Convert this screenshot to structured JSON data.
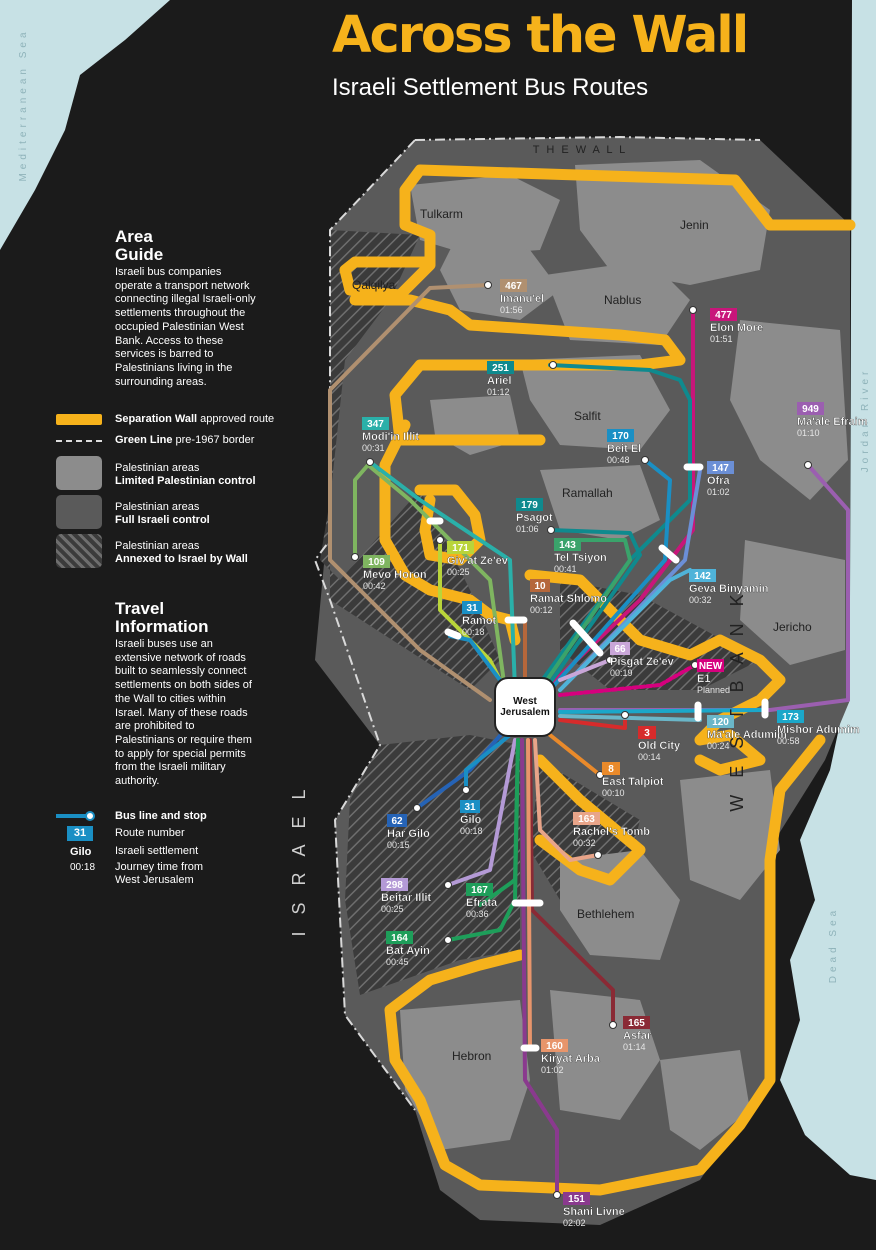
{
  "title": "Across the Wall",
  "subtitle": "Israeli Settlement Bus Routes",
  "area_guide": {
    "heading_lines": [
      "Area",
      "Guide"
    ],
    "text": "Israeli bus companies operate a transport network connecting illegal Israeli-only settlements throughout the occupied Palestinian West Bank. Access to these services is barred to Palestinians living in the surrounding areas."
  },
  "legend": {
    "wall_bold": "Separation Wall",
    "wall_rest": " approved route",
    "green_bold": "Green Line",
    "green_rest": " pre-1967 border",
    "area1_line1": "Palestinian areas",
    "area1_line2": "Limited Palestinian control",
    "area2_line1": "Palestinian areas",
    "area2_line2": "Full Israeli control",
    "area3_line1": "Palestinian areas",
    "area3_line2": "Annexed to Israel by Wall"
  },
  "travel_info": {
    "heading_lines": [
      "Travel",
      "Information"
    ],
    "text": "Israeli buses use an extensive network of roads built to seamlessly connect settlements on both sides of the Wall to cities within Israel. Many of these roads are prohibited to Palestinians or require them to apply for special permits from the Israeli military authority."
  },
  "key": {
    "line_label": "Bus line and stop",
    "route_example": "31",
    "route_label": "Route number",
    "settlement_example": "Gilo",
    "settlement_label": "Israeli settlement",
    "time_example": "00:18",
    "time_label_1": "Journey time from",
    "time_label_2": "West Jerusalem",
    "example_color": "#1a8fc4"
  },
  "regions": {
    "israel": "I S R A E L",
    "west_bank": "W E S T   B A N K",
    "the_wall": "T H E   W A L L",
    "mediterranean": "Mediterranean Sea",
    "dead_sea": "Dead Sea",
    "jordan": "Jordan River"
  },
  "towns": [
    "Tulkarm",
    "Jenin",
    "Qalqilya",
    "Nablus",
    "Salfit",
    "Ramallah",
    "Jericho",
    "Bethlehem",
    "Hebron"
  ],
  "hub": {
    "line1": "West",
    "line2": "Jerusalem"
  },
  "colors": {
    "background": "#1b1b1b",
    "wall": "#f6b21b",
    "territory": "#5a5a5a",
    "palestinian_limited": "#8c8c8c",
    "sea": "#c7e1e5",
    "new_badge": "#d6007e"
  },
  "settlements": [
    {
      "name": "Imanu'el",
      "route": "467",
      "time": "01:56",
      "color": "#b09070"
    },
    {
      "name": "Elon More",
      "route": "477",
      "time": "01:51",
      "color": "#c8167a"
    },
    {
      "name": "Ariel",
      "route": "251",
      "time": "01:12",
      "color": "#0f8a8e"
    },
    {
      "name": "Modi'in Illit",
      "route": "347",
      "time": "00:31",
      "color": "#2ab0a9"
    },
    {
      "name": "Beit El",
      "route": "170",
      "time": "00:48",
      "color": "#1a8fc4"
    },
    {
      "name": "Ma'ale Efraim",
      "route": "949",
      "time": "01:10",
      "color": "#9b5fb0"
    },
    {
      "name": "Ofra",
      "route": "147",
      "time": "01:02",
      "color": "#6b8fd6"
    },
    {
      "name": "Psagot",
      "route": "179",
      "time": "01:06",
      "color": "#0f8a8e"
    },
    {
      "name": "Tel Tsiyon",
      "route": "143",
      "time": "00:41",
      "color": "#3aa36b"
    },
    {
      "name": "Mevo Horon",
      "route": "109",
      "time": "00:42",
      "color": "#7fb560"
    },
    {
      "name": "Giv'at Ze'ev",
      "route": "171",
      "time": "00:25",
      "color": "#b9d43a"
    },
    {
      "name": "Geva Binyamin",
      "route": "142",
      "time": "00:32",
      "color": "#4fb3d9"
    },
    {
      "name": "Ramat Shlomo",
      "route": "10",
      "time": "00:12",
      "color": "#b5673b"
    },
    {
      "name": "Ramot",
      "route": "31",
      "time": "00:18",
      "color": "#1a8fc4"
    },
    {
      "name": "Pisgat Ze'ev",
      "route": "66",
      "time": "00:19",
      "color": "#c9a6d8"
    },
    {
      "name": "E1",
      "route": "NEW",
      "time": "Planned",
      "color": "#d6007e"
    },
    {
      "name": "Old City",
      "route": "3",
      "time": "00:14",
      "color": "#d62b2b"
    },
    {
      "name": "Ma'ale Adumim",
      "route": "120",
      "time": "00:24",
      "color": "#6ab6c8"
    },
    {
      "name": "Mishor Adumim",
      "route": "173",
      "time": "00:58",
      "color": "#1ba7c9"
    },
    {
      "name": "East Talpiot",
      "route": "8",
      "time": "00:10",
      "color": "#e98a2b"
    },
    {
      "name": "Har Gilo",
      "route": "62",
      "time": "00:15",
      "color": "#2563b6"
    },
    {
      "name": "Gilo",
      "route": "31",
      "time": "00:18",
      "color": "#1a8fc4"
    },
    {
      "name": "Rachel's Tomb",
      "route": "163",
      "time": "00:32",
      "color": "#e8a489"
    },
    {
      "name": "Beitar Illit",
      "route": "298",
      "time": "00:25",
      "color": "#b49ad6"
    },
    {
      "name": "Efrata",
      "route": "167",
      "time": "00:36",
      "color": "#1e9e5a"
    },
    {
      "name": "Bat Ayin",
      "route": "164",
      "time": "00:45",
      "color": "#1e9e5a"
    },
    {
      "name": "Asfar",
      "route": "165",
      "time": "01:14",
      "color": "#8a2a35"
    },
    {
      "name": "Kiryat Arba",
      "route": "160",
      "time": "01:02",
      "color": "#e8956b"
    },
    {
      "name": "Shani Livne",
      "route": "151",
      "time": "02:02",
      "color": "#8a3a8e"
    }
  ]
}
